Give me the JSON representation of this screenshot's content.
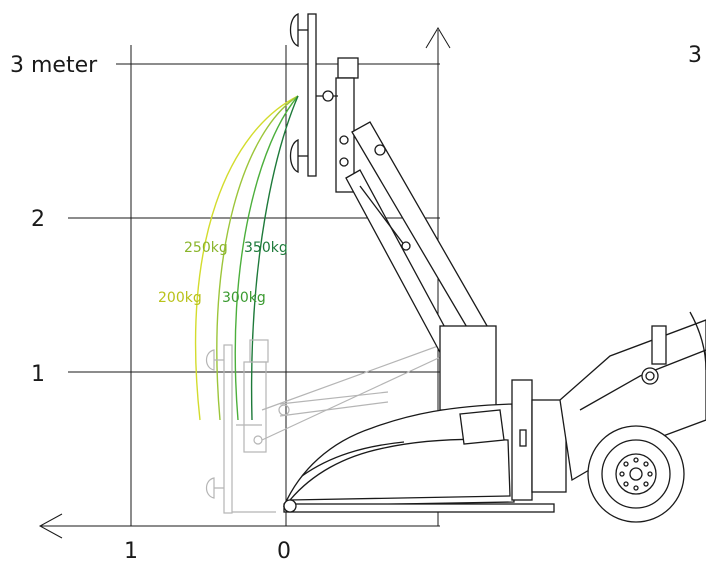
{
  "axes": {
    "height_unit_label": "3 meter",
    "y_labels": [
      "2",
      "1"
    ],
    "x_labels": [
      "1",
      "0"
    ],
    "corner_label": "3"
  },
  "load_curves": [
    {
      "label": "200kg",
      "color": "#d3dc2d"
    },
    {
      "label": "250kg",
      "color": "#9cc53a"
    },
    {
      "label": "300kg",
      "color": "#4caf3c"
    },
    {
      "label": "350kg",
      "color": "#1e7a3a"
    }
  ],
  "colors": {
    "lines": "#1a1a1a",
    "ghost_machine": "#b5b5b5"
  }
}
